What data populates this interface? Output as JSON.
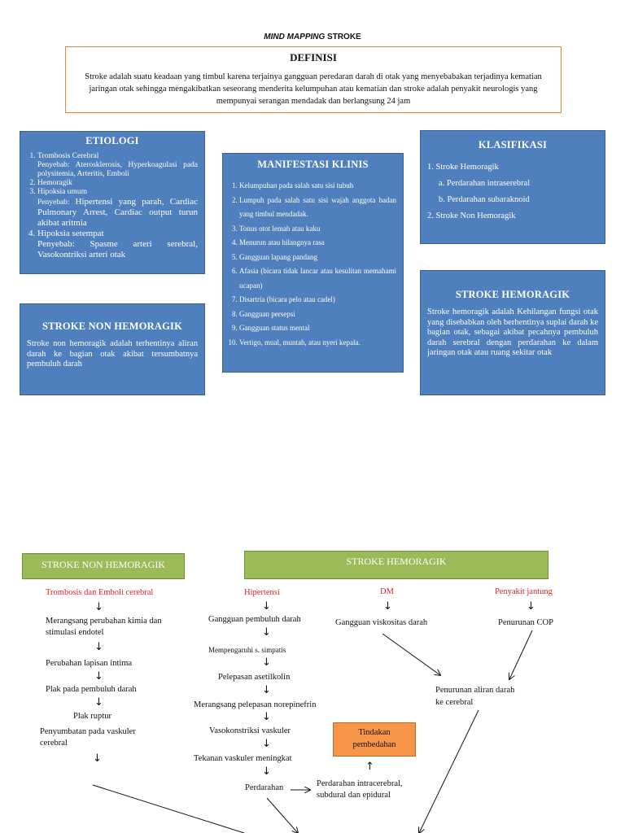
{
  "title": {
    "italic": "MIND MAPPING",
    "plain": "STROKE"
  },
  "definisi": {
    "heading": "DEFINISI",
    "text": "Stroke adalah suatu keadaan yang timbul karena terjainya gangguan peredaran darah di otak yang menyebabakan terjadinya kematian jaringan otak sehingga mengakibatkan seseorang menderita kelumpuhan atau kematian dan stroke adalah penyakit neurologis yang mempunyai serangan mendadak dan berlangsung 24 jam"
  },
  "etiologi": {
    "heading": "ETIOLOGI",
    "items": [
      {
        "label": "Trombosis Cerebral",
        "detail": "Penyebab: Aterosklerosis, Hyperkoagulasi pada polysitemia, Arteritis, Emboli"
      },
      {
        "label": "Hemoragik",
        "detail": ""
      },
      {
        "label": "Hipoksia umum",
        "detail_prefix": "Penyebab: ",
        "detail": "Hipertensi yang parah, Cardiac Pulmonary Arrest, Cardiac output turun akibat aritmia"
      },
      {
        "label": "Hipoksia setempat",
        "detail": "Penyebab: Spasme arteri serebral, Vasokontriksi arteri otak"
      }
    ]
  },
  "manifestasi": {
    "heading": "MANIFESTASI KLINIS",
    "items": [
      "Kelumpuhan pada salah satu sisi tubuh",
      "Lumpuh pada salah satu sisi wajah anggota badan yang timbul mendadak.",
      "Tonus otot lemah atau kaku",
      "Menurun atau hilangnya rasa",
      "Gangguan lapang pandang",
      "Afasia (bicara tidak lancar atau kesulitan memahami ucapan)",
      "Disartria (bicara pelo atau cadel)",
      "Gangguan persepsi",
      "Gangguan status mental",
      "Vertigo, mual, muntah, atau nyeri kepala."
    ]
  },
  "klasifikasi": {
    "heading": "KLASIFIKASI",
    "item1": "1. Stroke Hemoragik",
    "sub_a": "a.  Perdarahan intraserebral",
    "sub_b": "b.  Perdarahan subaraknoid",
    "item2": "2. Stroke Non Hemoragik"
  },
  "stroke_non_hemoragik": {
    "heading": "STROKE NON HEMORAGIK",
    "text": "Stroke non hemoragik adalah terhentinya aliran darah ke bagian otak akibat tersumbatnya pembuluh darah"
  },
  "stroke_hemoragik": {
    "heading": "STROKE HEMORAGIK",
    "text": "Stroke hemoragik adalah Kehilangan fungsi otak yang disebabkan oleh berhentinya suplai darah ke bagian otak, sebagai akibat pecahnya pembuluh darah serebral dengan perdarahan ke dalam jaringan otak atau ruang sekitar otak"
  },
  "flow": {
    "box_non": "STROKE NON HEMORAGIK",
    "box_hem": "STROKE HEMORAGIK",
    "trombosis": "Trombosis dan Emboli cerebral",
    "left1": "Merangsang perubahan kimia dan",
    "left1b": "stimulasi endotel",
    "left2": "Perubahan lapisan intima",
    "left3": "Plak pada pembuluh darah",
    "left4": "Plak ruptur",
    "left5": "Penyumbatan pada vaskuler",
    "left5b": "cerebral",
    "hipertensi": "Hipertensi",
    "mid1": "Gangguan pembuluh darah",
    "mid2": "Mempengaruhi s. simpatis",
    "mid3": "Pelepasan asetilkolin",
    "mid4": "Merangsang pelepasan norepinefrin",
    "mid5": "Vasokonstriksi vaskuler",
    "mid6": "Tekanan vaskuler meningkat",
    "mid7": "Perdarahan",
    "dm": "DM",
    "dm1": "Gangguan viskositas darah",
    "jantung": "Penyakit  jantung",
    "jantung1": "Penurunan COP",
    "aliran": "Penurunan aliran darah",
    "aliranb": "ke cerebral",
    "tindakan": "Tindakan",
    "tindakanb": "pembedahan",
    "perdarahan_intra": "Perdarahan intracerebral,",
    "perdarahan_intrab": "subdural dan epidural",
    "colors": {
      "red": "#e0202a",
      "green": "#9bbb59",
      "orange": "#f79646",
      "blue": "#4f7fbd",
      "def_border": "#e8863a"
    }
  }
}
